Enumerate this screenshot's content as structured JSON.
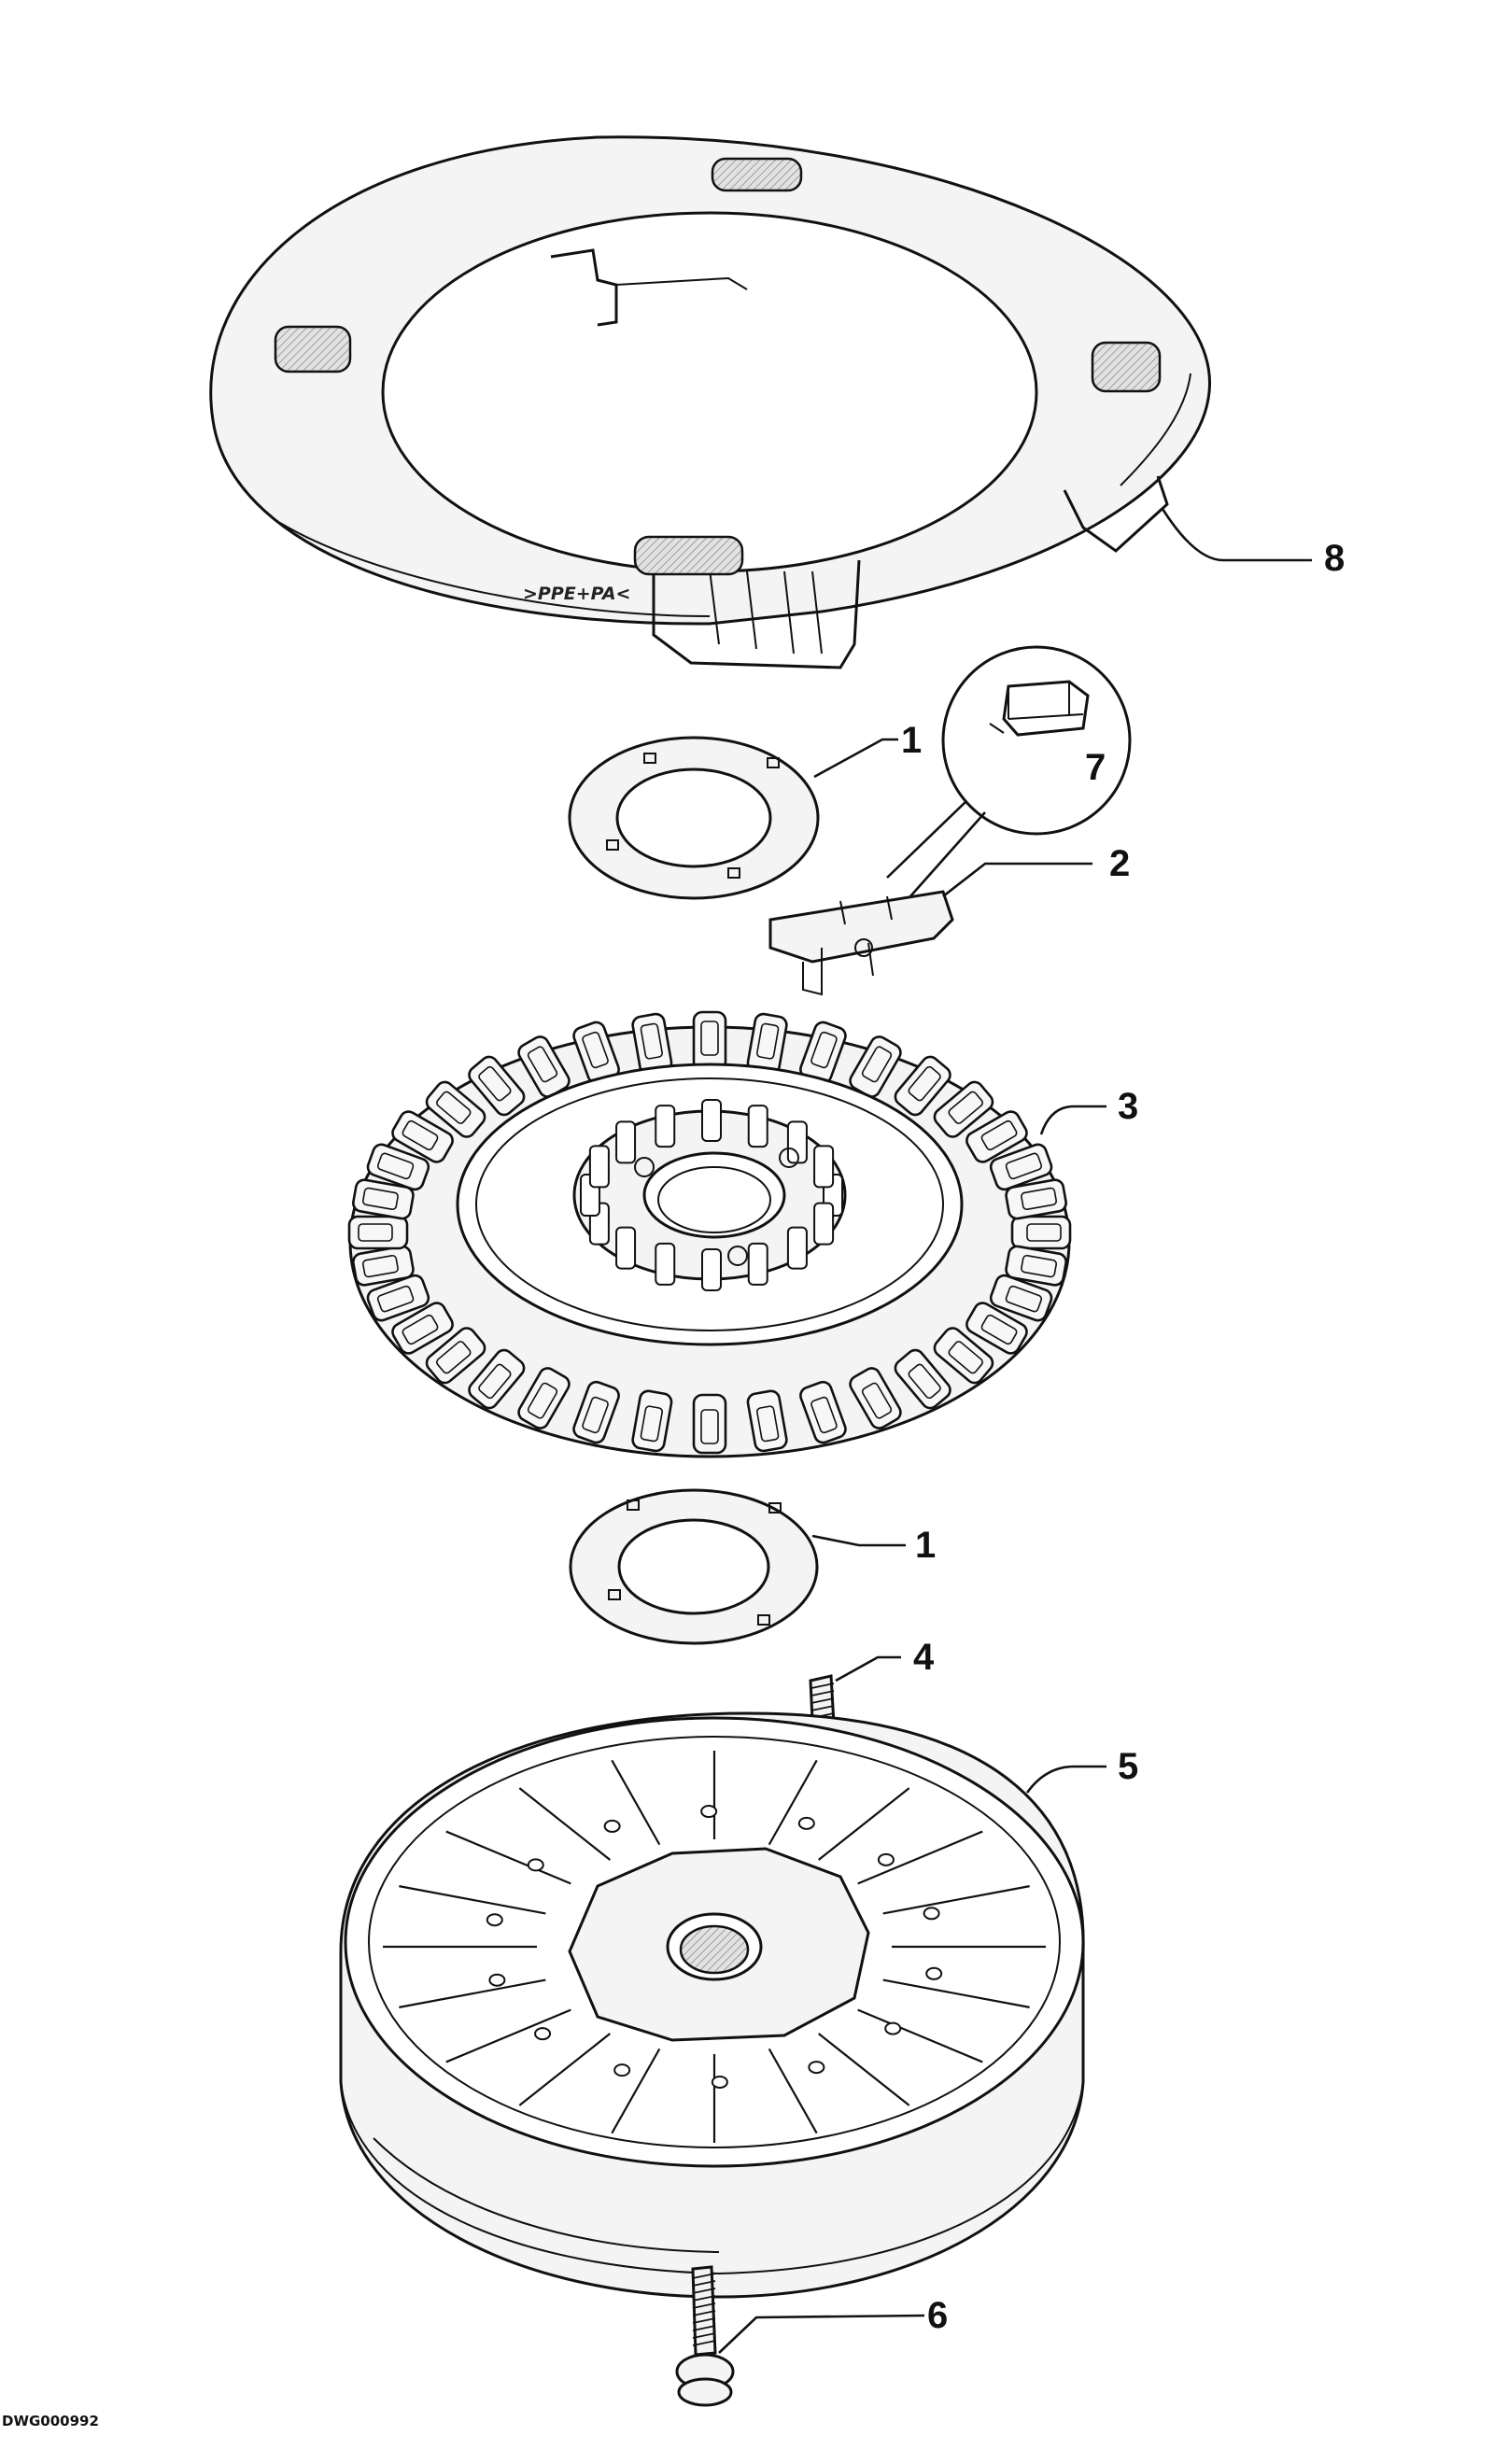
{
  "drawing": {
    "code": "DWG000992",
    "ring_marking": ">PPE+PA<",
    "callouts": [
      {
        "id": "c8",
        "label": "8"
      },
      {
        "id": "c1a",
        "label": "1"
      },
      {
        "id": "c7",
        "label": "7"
      },
      {
        "id": "c2",
        "label": "2"
      },
      {
        "id": "c3",
        "label": "3"
      },
      {
        "id": "c1b",
        "label": "1"
      },
      {
        "id": "c4",
        "label": "4"
      },
      {
        "id": "c5",
        "label": "5"
      },
      {
        "id": "c6",
        "label": "6"
      }
    ]
  }
}
